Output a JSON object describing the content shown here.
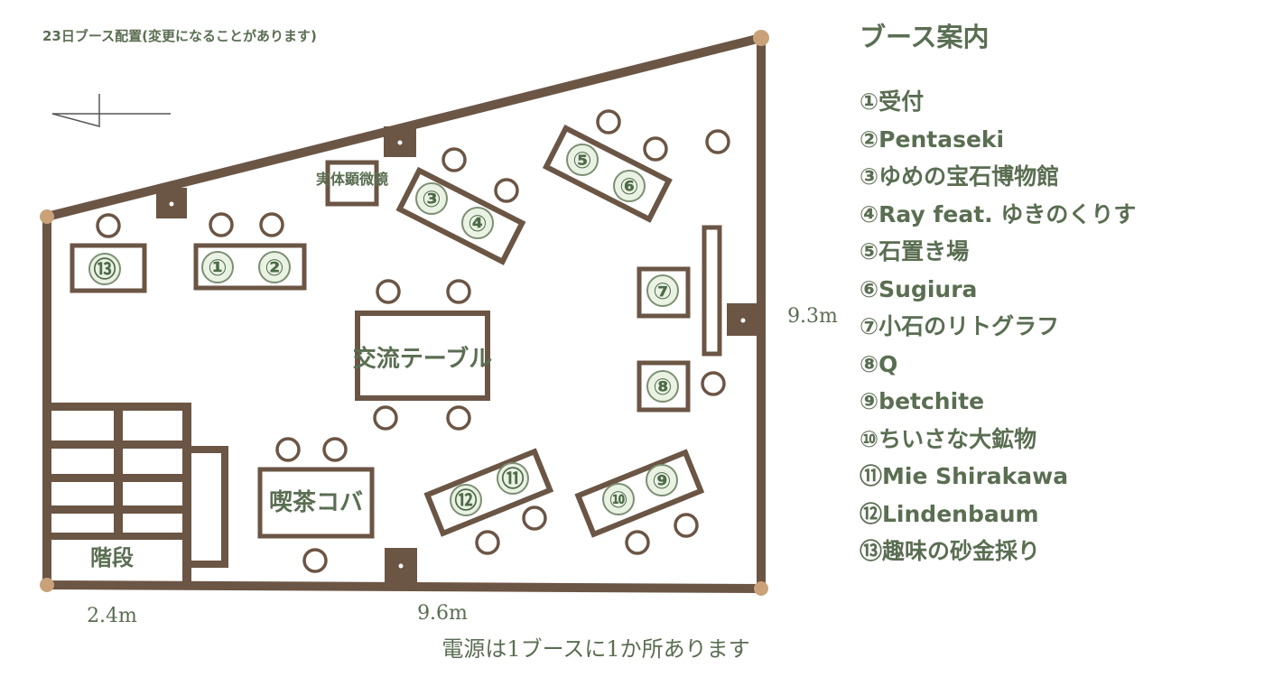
{
  "title": "23日ブース配置(変更になることがあります)",
  "legend": {
    "title": "ブース案内",
    "items": [
      "①受付",
      "②Pentaseki",
      "③ゆめの宝石博物館",
      "④Ray feat. ゆきのくりす",
      "⑤石置き場",
      "⑥Sugiura",
      "⑦小石のリトグラフ",
      "⑧Q",
      "⑨betchite",
      "⑩ちいさな大鉱物",
      "⑪Mie Shirakawa",
      "⑫Lindenbaum",
      "⑬趣味の砂金採り"
    ]
  },
  "floor": {
    "labels": {
      "microscope": "実体顕微鏡",
      "exchange_table": "交流テーブル",
      "cafe": "喫茶コバ",
      "stairs": "階段"
    },
    "dimensions": {
      "right": "9.3m",
      "bottom_left": "2.4m",
      "bottom": "9.6m"
    },
    "note": "電源は1ブースに1か所あります",
    "booth_numbers": [
      "①",
      "②",
      "③",
      "④",
      "⑤",
      "⑥",
      "⑦",
      "⑧",
      "⑨",
      "⑩",
      "⑪",
      "⑫",
      "⑬"
    ]
  },
  "colors": {
    "wall": "#6b5544",
    "text": "#5a6e52",
    "booth_fill": "#eaf2e4",
    "corner": "#c9a27a"
  }
}
